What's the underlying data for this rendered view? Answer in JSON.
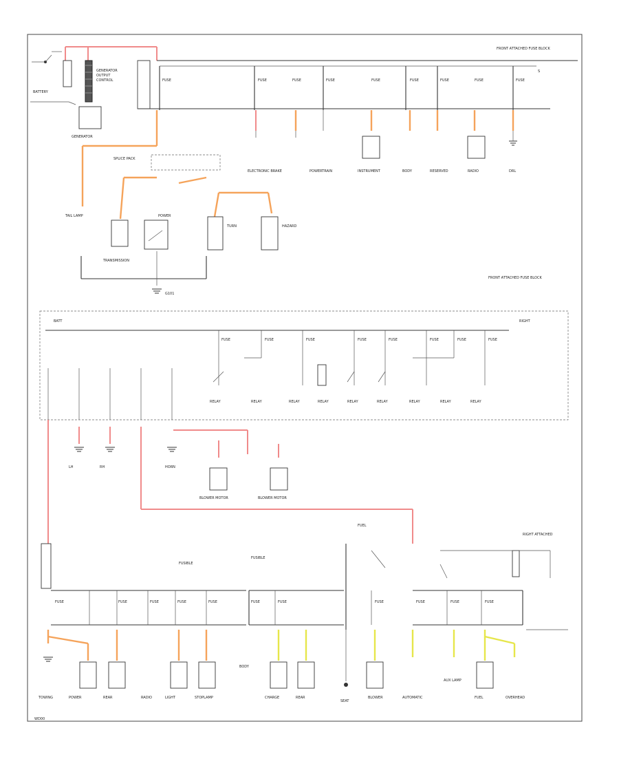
{
  "footer_code": "WD00",
  "labels": {
    "generator": "GENERATOR",
    "fuse_block_1": "FRONT ATTACHED FUSE BLOCK",
    "fuse_block_2": "FRONT ATTACHED FUSE BLOCK",
    "ground": "G101",
    "splice": "SPLICE PACK",
    "right_label": "RIGHT ATTACHED"
  },
  "colors": {
    "wire_red": "#f08a8a",
    "wire_orange": "#f5a35a",
    "wire_yellow": "#e6e64a",
    "line": "#333333"
  }
}
